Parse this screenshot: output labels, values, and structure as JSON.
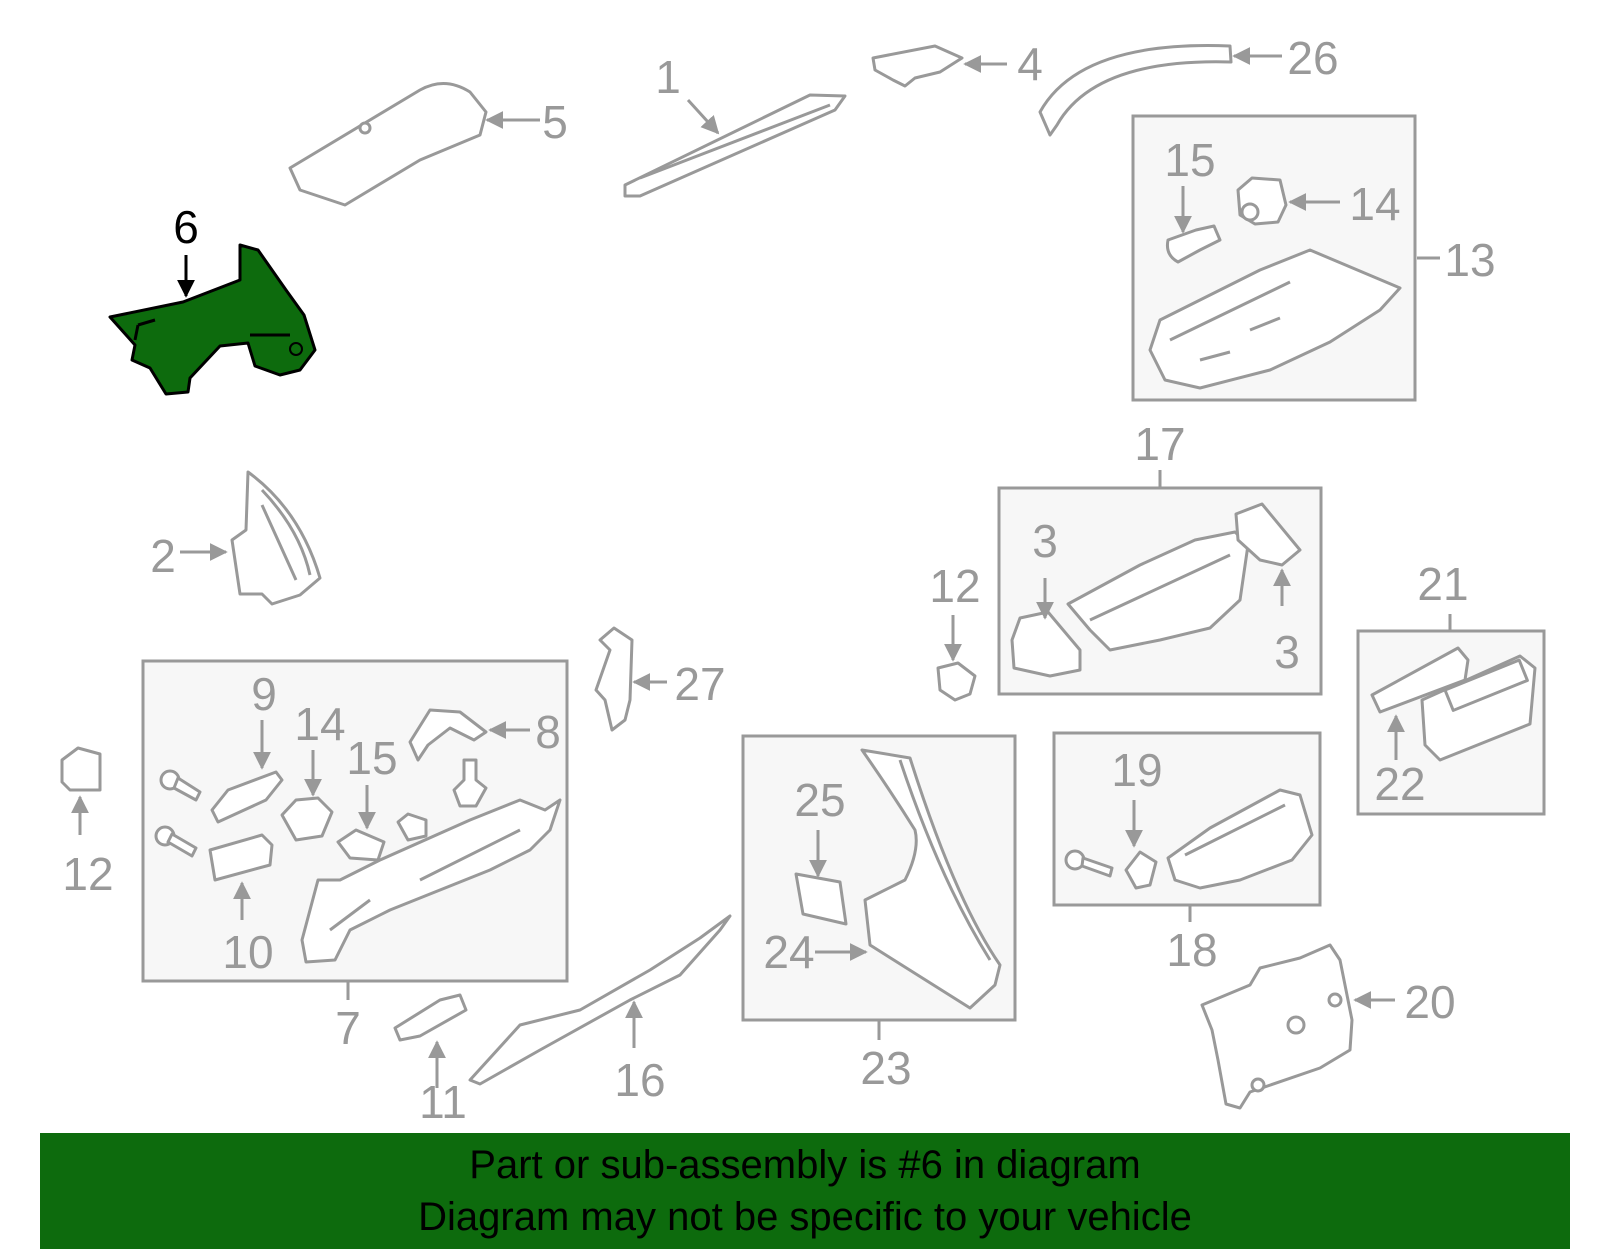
{
  "diagram": {
    "highlight_color": "#0d6b0d",
    "highlighted_part": "6",
    "callouts": {
      "c1": "1",
      "c2": "2",
      "c3a": "3",
      "c3b": "3",
      "c4": "4",
      "c5": "5",
      "c6": "6",
      "c7": "7",
      "c8": "8",
      "c9": "9",
      "c10": "10",
      "c11": "11",
      "c12a": "12",
      "c12b": "12",
      "c13": "13",
      "c14a": "14",
      "c14b": "14",
      "c15a": "15",
      "c15b": "15",
      "c16": "16",
      "c17": "17",
      "c18": "18",
      "c19": "19",
      "c20": "20",
      "c21": "21",
      "c22": "22",
      "c23": "23",
      "c24": "24",
      "c25": "25",
      "c26": "26",
      "c27": "27"
    }
  },
  "banner": {
    "background": "#0d6b0d",
    "line1": "Part or sub-assembly is #6 in diagram",
    "line2": "Diagram may not be specific to your vehicle"
  }
}
